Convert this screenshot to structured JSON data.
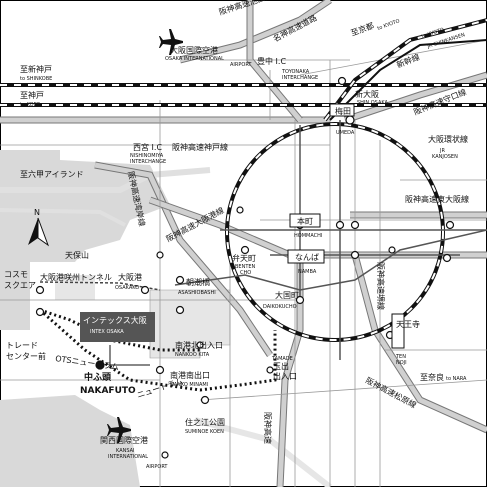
{
  "map": {
    "labels": {
      "osaka_airport_jp": "大阪国際空港",
      "osaka_airport_en": "OSAKA INTERNATIONAL",
      "airport_en": "AIRPORT",
      "toyonaka_ic_jp": "豊中 I.C",
      "toyonaka_ic_en": "TOYONAKA",
      "interchange_en": "INTERCHANGE",
      "hanshin_ikeda_jp": "阪神高速池田線",
      "meishin_jp": "名神高速道路",
      "to_kyoto_jp": "至京都",
      "to_kyoto_en": "to KYOTO",
      "to_kyoto_en2": "to KYOTO",
      "jr_shinkansen_en": "JR SHINKANSEN",
      "shinkansen_jp": "新幹線",
      "to_shinkobe_jp": "至新神戸",
      "to_shinkobe_en": "to SHINKOBE",
      "to_kobe_jp": "至神戸",
      "to_kobe_en": "to KOBE",
      "shin_osaka_jp": "新大阪",
      "shin_osaka_en": "SHIN OSAKA",
      "hanshin_moriguchi_jp": "阪神高速守口線",
      "umeda_jp": "梅田",
      "umeda_en": "UMEDA",
      "nishinomiya_ic_jp": "西宮 I.C",
      "nishinomiya_en": "NISHINOMIYA",
      "interchange_en2": "INTERCHANGE",
      "hanshin_kobe_jp": "阪神高速神戸線",
      "kanjo_jp": "大阪環状線",
      "jr_en": "JR",
      "kanjosen_en": "KANJOSEN",
      "to_rokko_jp": "至六甲アイランド",
      "hanshin_wangan_jp": "阪神高速湾岸線",
      "hanshin_osaka_jp": "阪神高速大阪港線",
      "hanshin_higashi_osaka_jp": "阪神高速東大阪線",
      "north_jp": "N",
      "tenposan_jp": "天保山",
      "hommachi_jp": "本町",
      "hommachi_en": "HOMMACHI",
      "namba_jp": "なんば",
      "namba_en": "NAMBA",
      "bentencho_jp": "弁天町",
      "bentencho_en": "BENTEN",
      "bentencho_en2": "CHO",
      "cosmo_jp": "コスモ",
      "square_jp": "スクエア",
      "tunnel_jp": "大阪港咲州トンネル",
      "osakako_jp": "大阪港",
      "osakako_en": "OSAKAKO",
      "asashiobashi_jp": "朝潮橋",
      "asashiobashi_en": "ASASHIOBASHI",
      "daikokucho_jp": "大国町",
      "daikokucho_en": "DAIKOKUCHO",
      "hanshin_sakai_jp": "阪神高速堺線",
      "intex_jp": "インテックス大阪",
      "intex_en": "INTEX OSAKA",
      "nankokita_exit_jp": "南港北出入口",
      "nankokita_en": "NANKOO KITA",
      "tennoji_jp": "天王寺",
      "tennoji_en": "TEN",
      "tennoji_en2": "NOJI",
      "trade_jp": "トレード",
      "center_jp": "センター前",
      "ots_jp": "OTSニュートラム",
      "nakafuto_jp": "中ふ頭",
      "nakafuto_en": "NAKAFUTO",
      "nankominami_exit_jp": "南港南出口",
      "nankominami_en": "NANKO MINAMI",
      "tamade_en": "TAMADE",
      "tamade_exit_jp": "玉出",
      "tamade_exit_jp2": "出入口",
      "newtram_jp": "ニュートラム",
      "hanshin_matsubara_jp": "阪神高速松原線",
      "to_nara_jp": "至奈良",
      "to_nara_en": "to NARA",
      "suminoe_jp": "住之江公園",
      "suminoe_en": "SUMINOE KOEN",
      "hanshin_sakaisuji_jp": "阪神高速",
      "kix_jp": "関西国際空港",
      "kix_en": "KANSAI",
      "kix_en2": "INTERNATIONAL",
      "kix_en3": "AIRPORT"
    },
    "icons": [
      "airplane-icon",
      "north-arrow-icon"
    ],
    "colors": {
      "sea": "#d6d6d6",
      "river": "#e8e8e8",
      "expressway": "#c8c8c8",
      "rail": "#111111",
      "loop_line": "#111111",
      "intex_fill": "#555555"
    }
  }
}
